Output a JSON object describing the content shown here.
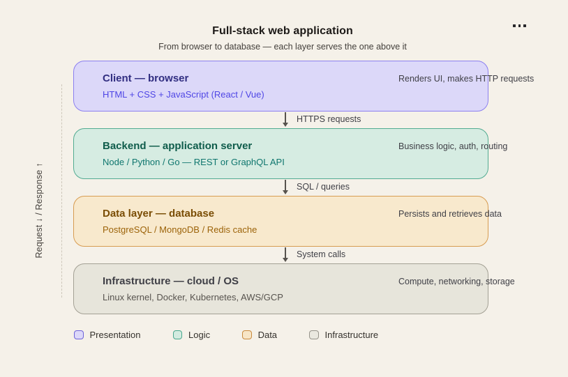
{
  "background": "#f5f1e9",
  "header": {
    "title": "Full-stack web application",
    "subtitle": "From browser to database — each layer serves the one above it",
    "menu_icon": "more-options"
  },
  "side_label": "Request ↓ / Response ↑",
  "colors": {
    "description_text": "#3f3f46",
    "connector_label_text": "#3f3f46",
    "arrow": "#57534e",
    "guide_line": "#cdc7ba"
  },
  "layers": [
    {
      "id": "client",
      "title": "Client — browser",
      "tech": "HTML + CSS + JavaScript (React / Vue)",
      "description": "Renders UI, makes HTTP requests",
      "colors": {
        "fill": "#dcd8f9",
        "border": "#8b7ff0",
        "title": "#312e81",
        "tech": "#4f46e5"
      }
    },
    {
      "id": "backend",
      "title": "Backend — application server",
      "tech": "Node / Python / Go — REST or GraphQL API",
      "description": "Business logic, auth, routing",
      "colors": {
        "fill": "#d6ece2",
        "border": "#52ab91",
        "title": "#0f5c4b",
        "tech": "#0f766e"
      }
    },
    {
      "id": "data",
      "title": "Data layer — database",
      "tech": "PostgreSQL / MongoDB / Redis cache",
      "description": "Persists and retrieves data",
      "colors": {
        "fill": "#f8e9cd",
        "border": "#d79c51",
        "title": "#7a4d05",
        "tech": "#9c6309"
      }
    },
    {
      "id": "infrastructure",
      "title": "Infrastructure — cloud / OS",
      "tech": "Linux kernel, Docker, Kubernetes, AWS/GCP",
      "description": "Compute, networking, storage",
      "colors": {
        "fill": "#e7e5db",
        "border": "#a3a094",
        "title": "#3f3f46",
        "tech": "#57534e"
      }
    }
  ],
  "connectors": [
    "HTTPS requests",
    "SQL / queries",
    "System calls"
  ],
  "legend": [
    {
      "label": "Presentation",
      "fill": "#dcd8f9",
      "border": "#6d63d9"
    },
    {
      "label": "Logic",
      "fill": "#d3ebe0",
      "border": "#47a78c"
    },
    {
      "label": "Data",
      "fill": "#f7e5c6",
      "border": "#c8893c"
    },
    {
      "label": "Infrastructure",
      "fill": "#eae8df",
      "border": "#96938a"
    }
  ]
}
